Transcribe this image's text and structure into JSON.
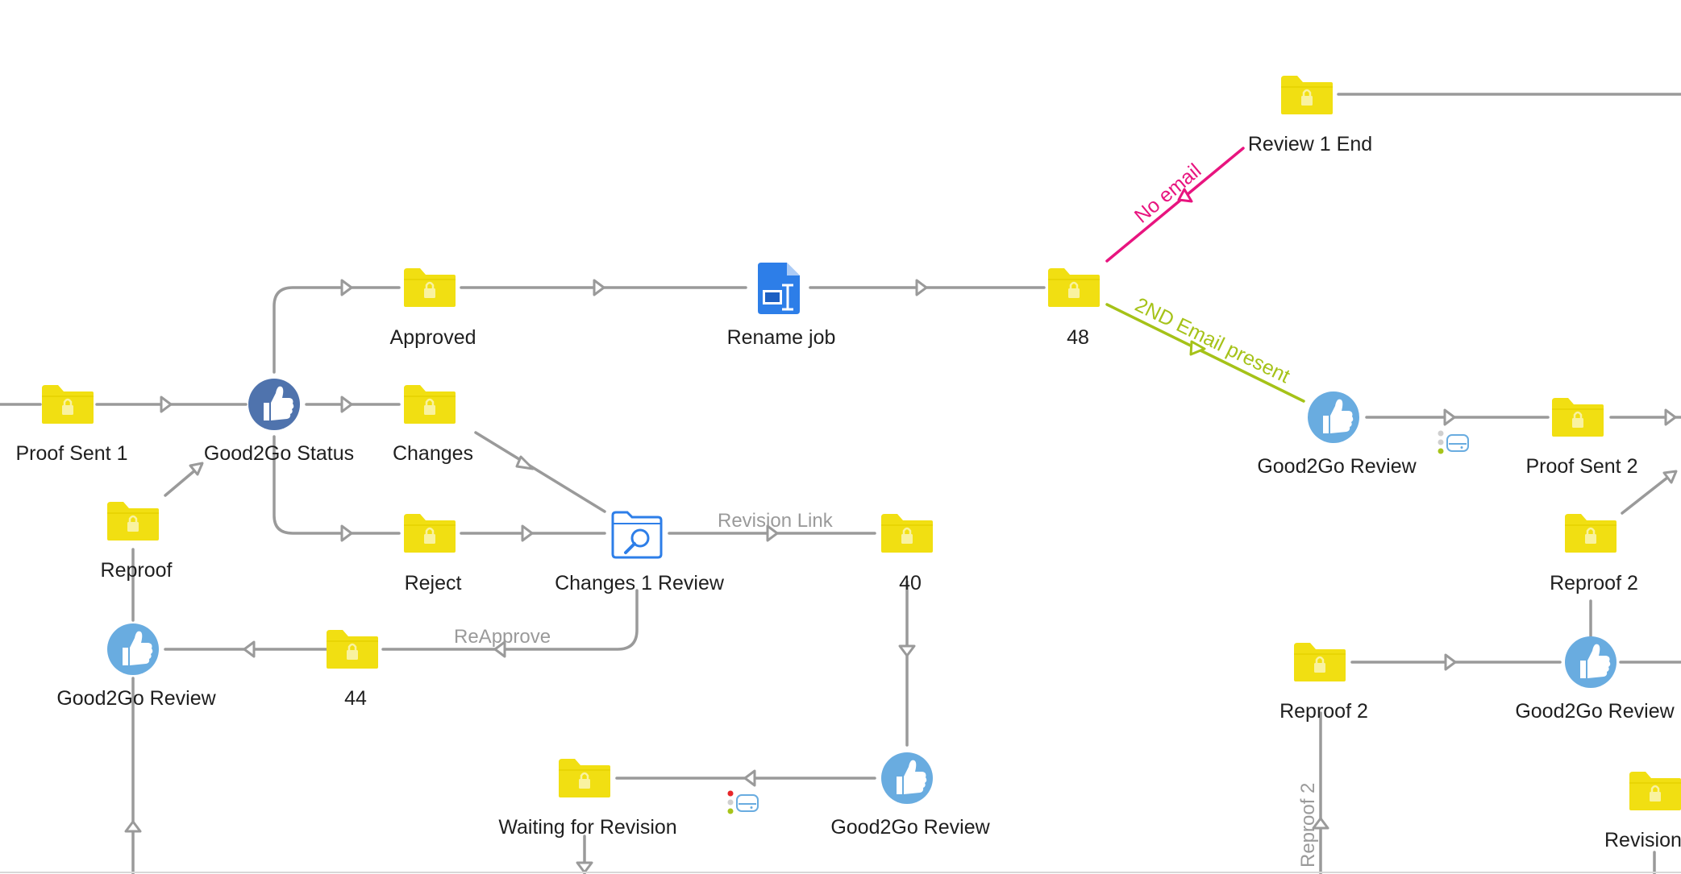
{
  "colors": {
    "folder": "#f1df12",
    "folder_tab": "#e6d200",
    "connector": "#9a9a9a",
    "thumb_dark": "#4f73ad",
    "thumb_light": "#69ace0",
    "doc_blue": "#2d7ee8",
    "no_email": "#e8147f",
    "second_email": "#a5c218",
    "text": "#1f1f1f",
    "dot_red": "#e8262a",
    "dot_green": "#a7c41a",
    "dot_grey": "#cfcfcf"
  },
  "nodes": {
    "proof_sent_1": {
      "label": "Proof Sent 1",
      "icon": "folder-lock-icon"
    },
    "good2go_status": {
      "label": "Good2Go Status",
      "icon": "thumbs-up-icon"
    },
    "approved": {
      "label": "Approved",
      "icon": "folder-lock-icon"
    },
    "changes": {
      "label": "Changes",
      "icon": "folder-lock-icon"
    },
    "reject": {
      "label": "Reject",
      "icon": "folder-lock-icon"
    },
    "rename_job": {
      "label": "Rename job",
      "icon": "rename-document-icon"
    },
    "n48": {
      "label": "48",
      "icon": "folder-lock-icon"
    },
    "review_1_end": {
      "label": "Review 1 End",
      "icon": "folder-lock-icon"
    },
    "reproof": {
      "label": "Reproof",
      "icon": "folder-lock-icon"
    },
    "changes_1_review": {
      "label": "Changes 1 Review",
      "icon": "folder-search-icon"
    },
    "n40": {
      "label": "40",
      "icon": "folder-lock-icon"
    },
    "good2go_review_left": {
      "label": "Good2Go Review",
      "icon": "thumbs-up-icon"
    },
    "n44": {
      "label": "44",
      "icon": "folder-lock-icon"
    },
    "waiting_for_revision": {
      "label": "Waiting for Revision",
      "icon": "folder-lock-icon"
    },
    "good2go_review_bottom": {
      "label": "Good2Go Review",
      "icon": "thumbs-up-icon"
    },
    "good2go_review_right": {
      "label": "Good2Go Review",
      "icon": "thumbs-up-icon"
    },
    "proof_sent_2": {
      "label": "Proof Sent 2",
      "icon": "folder-lock-icon"
    },
    "reproof_2_a": {
      "label": "Reproof 2",
      "icon": "folder-lock-icon"
    },
    "reproof_2_b": {
      "label": "Reproof 2",
      "icon": "folder-lock-icon"
    },
    "good2go_review_far_right": {
      "label": "Good2Go Review",
      "icon": "thumbs-up-icon"
    },
    "revision_right": {
      "label": "Revision",
      "icon": "folder-lock-icon"
    }
  },
  "connections": {
    "no_email": "No email",
    "second_email": "2ND Email present",
    "revision_link": "Revision Link",
    "reapprove": "ReApprove",
    "reproof_2_vertical": "Reproof 2"
  }
}
